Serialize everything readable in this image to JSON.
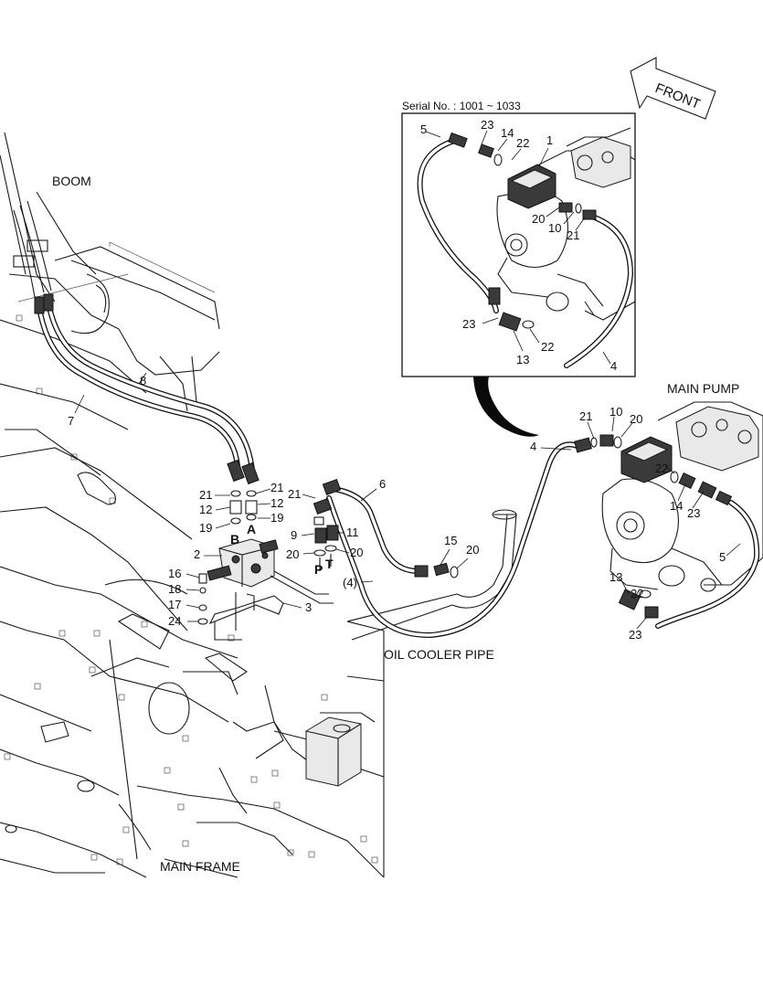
{
  "labels": {
    "front": "FRONT",
    "serial": "Serial No. : 1001 ~ 1033",
    "boom": "BOOM",
    "main_pump": "MAIN PUMP",
    "oil_cooler_pipe": "OIL COOLER PIPE",
    "main_frame": "MAIN FRAME",
    "port_a": "A",
    "port_b": "B",
    "port_p": "P",
    "port_t": "T"
  },
  "callouts": {
    "inset": [
      "5",
      "23",
      "14",
      "22",
      "1",
      "20",
      "10",
      "21",
      "23",
      "22",
      "13",
      "4"
    ],
    "pump": [
      "21",
      "10",
      "20",
      "4",
      "22",
      "14",
      "23",
      "5",
      "22",
      "13",
      "23"
    ],
    "valve": [
      "8",
      "7",
      "21",
      "21",
      "12",
      "12",
      "19",
      "19",
      "2",
      "16",
      "18",
      "17",
      "24",
      "3"
    ],
    "cooler": [
      "21",
      "9",
      "11",
      "20",
      "20",
      "6",
      "15",
      "20",
      "(4)"
    ]
  }
}
